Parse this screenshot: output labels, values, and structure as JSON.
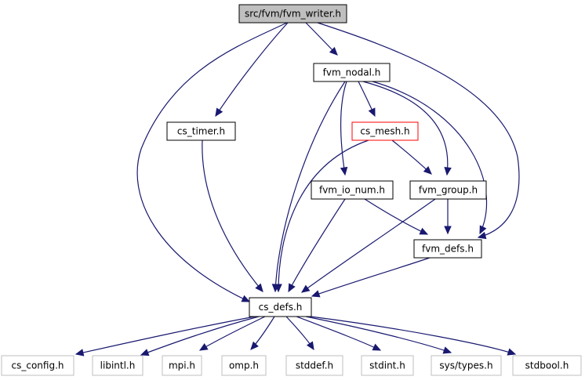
{
  "colors": {
    "edge": "#191970",
    "border_default": "#000000",
    "border_highlight": "#ff0000",
    "border_external": "#bfbfbf",
    "fill_root": "#bfbfbf",
    "fill_default": "#ffffff"
  },
  "nodes": [
    {
      "id": "fvm_writer",
      "label": "src/fvm/fvm_writer.h",
      "kind": "root"
    },
    {
      "id": "fvm_nodal",
      "label": "fvm_nodal.h",
      "kind": "default"
    },
    {
      "id": "cs_timer",
      "label": "cs_timer.h",
      "kind": "default"
    },
    {
      "id": "cs_mesh",
      "label": "cs_mesh.h",
      "kind": "highlight"
    },
    {
      "id": "fvm_io_num",
      "label": "fvm_io_num.h",
      "kind": "default"
    },
    {
      "id": "fvm_group",
      "label": "fvm_group.h",
      "kind": "default"
    },
    {
      "id": "fvm_defs",
      "label": "fvm_defs.h",
      "kind": "default"
    },
    {
      "id": "cs_defs",
      "label": "cs_defs.h",
      "kind": "default"
    },
    {
      "id": "cs_config",
      "label": "cs_config.h",
      "kind": "external"
    },
    {
      "id": "libintl",
      "label": "libintl.h",
      "kind": "external"
    },
    {
      "id": "mpi",
      "label": "mpi.h",
      "kind": "external"
    },
    {
      "id": "omp",
      "label": "omp.h",
      "kind": "external"
    },
    {
      "id": "stddef",
      "label": "stddef.h",
      "kind": "external"
    },
    {
      "id": "stdint",
      "label": "stdint.h",
      "kind": "external"
    },
    {
      "id": "sys_types",
      "label": "sys/types.h",
      "kind": "external"
    },
    {
      "id": "stdbool",
      "label": "stdbool.h",
      "kind": "external"
    }
  ],
  "edges": [
    {
      "from": "fvm_writer",
      "to": "fvm_nodal"
    },
    {
      "from": "fvm_writer",
      "to": "cs_timer"
    },
    {
      "from": "fvm_writer",
      "to": "cs_defs"
    },
    {
      "from": "fvm_writer",
      "to": "fvm_defs"
    },
    {
      "from": "fvm_nodal",
      "to": "cs_mesh"
    },
    {
      "from": "fvm_nodal",
      "to": "fvm_io_num"
    },
    {
      "from": "fvm_nodal",
      "to": "fvm_group"
    },
    {
      "from": "fvm_nodal",
      "to": "fvm_defs"
    },
    {
      "from": "fvm_nodal",
      "to": "cs_defs"
    },
    {
      "from": "cs_timer",
      "to": "cs_defs"
    },
    {
      "from": "cs_mesh",
      "to": "fvm_group"
    },
    {
      "from": "cs_mesh",
      "to": "cs_defs"
    },
    {
      "from": "fvm_io_num",
      "to": "fvm_defs"
    },
    {
      "from": "fvm_io_num",
      "to": "cs_defs"
    },
    {
      "from": "fvm_group",
      "to": "fvm_defs"
    },
    {
      "from": "fvm_group",
      "to": "cs_defs"
    },
    {
      "from": "fvm_defs",
      "to": "cs_defs"
    },
    {
      "from": "cs_defs",
      "to": "cs_config"
    },
    {
      "from": "cs_defs",
      "to": "libintl"
    },
    {
      "from": "cs_defs",
      "to": "mpi"
    },
    {
      "from": "cs_defs",
      "to": "omp"
    },
    {
      "from": "cs_defs",
      "to": "stddef"
    },
    {
      "from": "cs_defs",
      "to": "stdint"
    },
    {
      "from": "cs_defs",
      "to": "sys_types"
    },
    {
      "from": "cs_defs",
      "to": "stdbool"
    }
  ]
}
